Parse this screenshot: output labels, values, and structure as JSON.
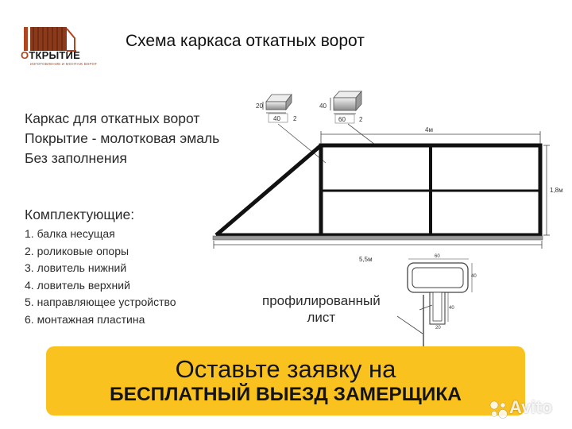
{
  "logo": {
    "name_first": "О",
    "name_rest": "ТКРЫТИЕ",
    "tagline": "ИЗГОТОВЛЕНИЕ И МОНТАЖ ВОРОТ"
  },
  "title": "Схема каркаса откатных ворот",
  "description": [
    "Каркас для откатных ворот",
    "Покрытие - молотковая эмаль",
    "Без заполнения"
  ],
  "parts_heading": "Комплектующие:",
  "parts": [
    "1. балка несущая",
    "2. роликовые опоры",
    "3. ловитель нижний",
    "4. ловитель верхний",
    "5. направляющее устройство",
    "6. монтажная пластина"
  ],
  "dimensions": {
    "profile_small": {
      "height": "20",
      "width": "40",
      "thickness": "2"
    },
    "profile_large": {
      "height": "40",
      "width": "60",
      "thickness": "2"
    },
    "frame_width": "4м",
    "frame_height": "1,8м",
    "total_length": "5,5м",
    "beam_width": "60",
    "beam_height": "40",
    "slot_height": "40",
    "slot_width": "20"
  },
  "sheet_label": [
    "профилированный",
    "лист"
  ],
  "cta": {
    "line1": "Оставьте заявку на",
    "line2": "БЕСПЛАТНЫЙ ВЫЕЗД ЗАМЕРЩИКА"
  },
  "watermark": "Avito",
  "colors": {
    "brand": "#b0451f",
    "cta_background": "#fac21f",
    "frame": "#111111",
    "rail": "#9a9a9a"
  }
}
